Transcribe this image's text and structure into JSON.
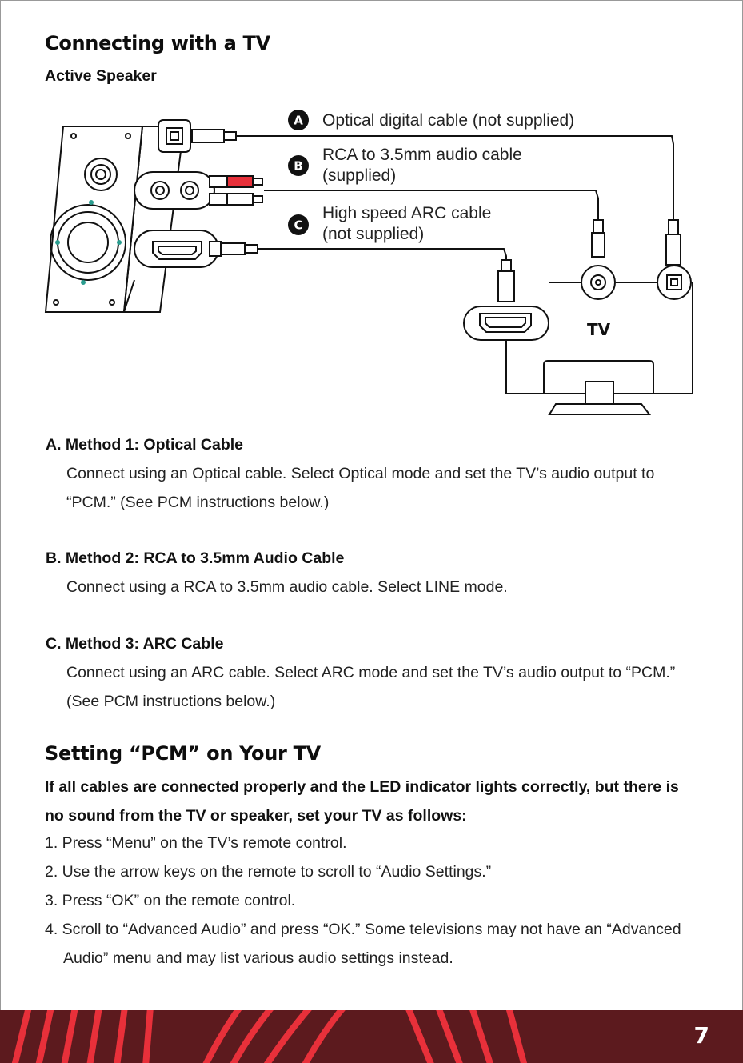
{
  "page": {
    "title": "Connecting with a TV",
    "subtitle": "Active Speaker",
    "page_number": "7"
  },
  "diagram": {
    "callouts": [
      {
        "badge": "A",
        "lines": [
          "Optical digital cable (not supplied)"
        ]
      },
      {
        "badge": "B",
        "lines": [
          "RCA to 3.5mm audio cable",
          "(supplied)"
        ]
      },
      {
        "badge": "C",
        "lines": [
          "High speed ARC cable",
          "(not supplied)"
        ]
      }
    ],
    "tv_label": "TV"
  },
  "methods": [
    {
      "title": "A. Method 1: Optical Cable",
      "body": "Connect using an Optical cable. Select Optical mode and set the TV’s audio output to “PCM.” (See PCM instructions below.)"
    },
    {
      "title": "B. Method 2: RCA to 3.5mm Audio Cable",
      "body": "Connect using a RCA to 3.5mm audio cable. Select LINE mode."
    },
    {
      "title": "C. Method 3: ARC Cable",
      "body": "Connect using an ARC cable. Select ARC mode and set the TV’s audio output to “PCM.” (See PCM instructions below.)"
    }
  ],
  "pcm": {
    "title": "Setting “PCM” on Your TV",
    "intro": "If all cables are connected properly and the LED indicator lights correctly, but there is no sound from the TV or speaker, set your TV as follows:",
    "steps": [
      "1. Press “Menu” on the TV’s remote control.",
      "2. Use the arrow keys on the remote to scroll to “Audio Settings.”",
      "3. Press “OK” on the remote control.",
      "4. Scroll to “Advanced Audio” and press “OK.” Some televisions may not have an “Advanced Audio” menu and may list various audio settings instead."
    ]
  },
  "colors": {
    "accent": "#e8303a",
    "footer_bg": "#5c1a1e",
    "text": "#111111"
  }
}
